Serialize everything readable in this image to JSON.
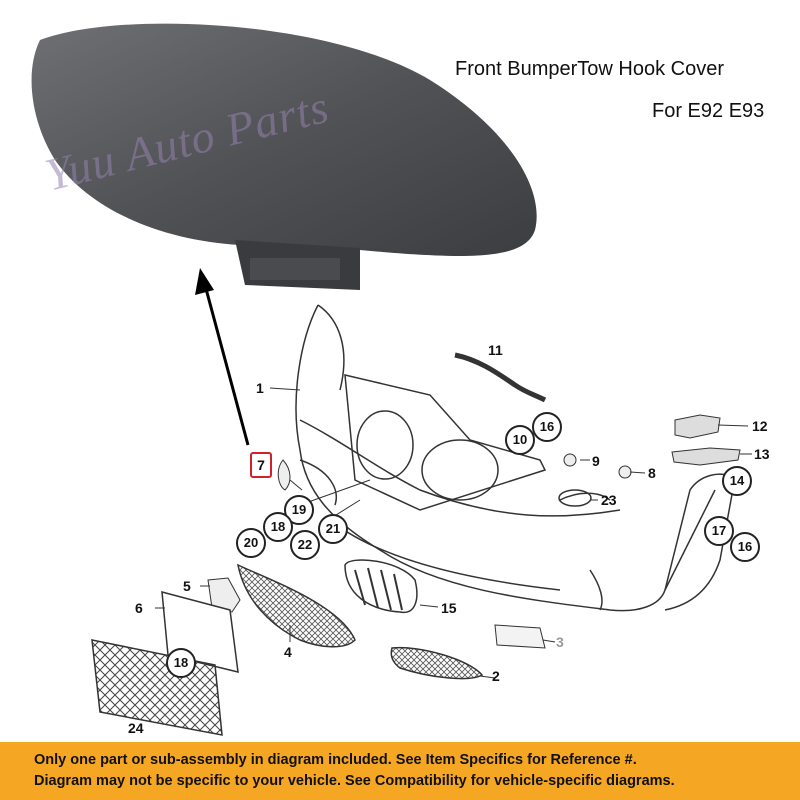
{
  "header": {
    "title_line1": "Front BumperTow Hook Cover",
    "title_line2": "For E92 E93"
  },
  "watermark": {
    "text": "Yuu Auto Parts",
    "color": "#9682af"
  },
  "callouts": {
    "c1": "1",
    "c2": "2",
    "c3": "3",
    "c4": "4",
    "c5": "5",
    "c6": "6",
    "c7": "7",
    "c8": "8",
    "c9": "9",
    "c10": "10",
    "c11": "11",
    "c12": "12",
    "c13": "13",
    "c14": "14",
    "c15": "15",
    "c16a": "16",
    "c16b": "16",
    "c17": "17",
    "c18a": "18",
    "c18b": "18",
    "c19": "19",
    "c20": "20",
    "c21": "21",
    "c22": "22",
    "c23": "23",
    "c24": "24"
  },
  "highlight_color": "#d0202a",
  "notice": {
    "line1": "Only one part or sub-assembly in diagram included. See Item Specifics for Reference #.",
    "line2": "Diagram may not be specific to your vehicle. See Compatibility for vehicle-specific diagrams.",
    "background": "#f5a623"
  }
}
